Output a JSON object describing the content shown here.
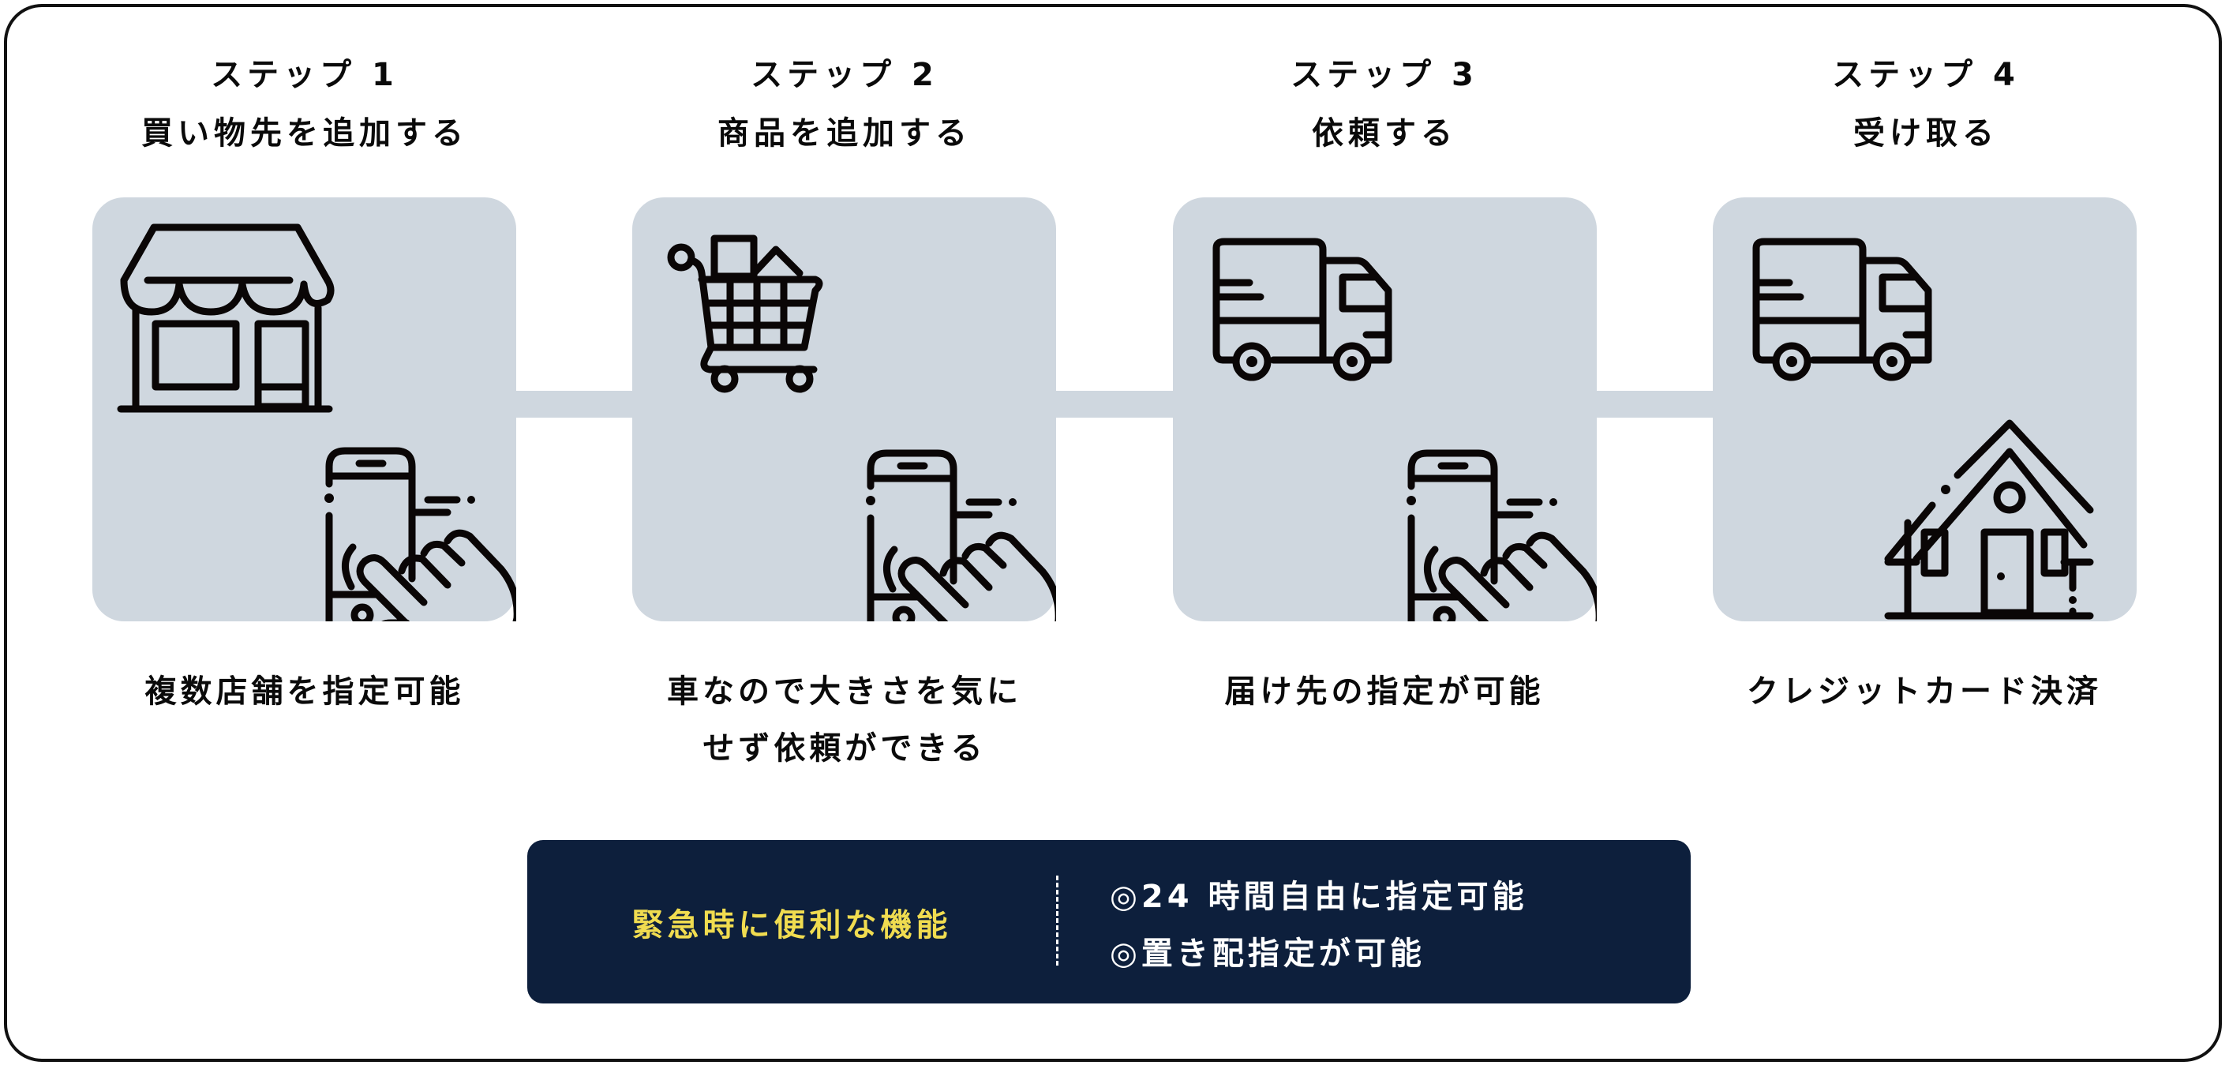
{
  "steps": [
    {
      "label": "ステップ 1",
      "title": "買い物先を追加する",
      "description": [
        "複数店舗を指定可能"
      ],
      "icons": [
        "storefront-icon",
        "phone-tap-icon"
      ]
    },
    {
      "label": "ステップ 2",
      "title": "商品を追加する",
      "description": [
        "車なので大きさを気に",
        "せず依頼ができる"
      ],
      "icons": [
        "shopping-cart-icon",
        "phone-tap-icon"
      ]
    },
    {
      "label": "ステップ 3",
      "title": "依頼する",
      "description": [
        "届け先の指定が可能"
      ],
      "icons": [
        "delivery-truck-icon",
        "phone-tap-icon"
      ]
    },
    {
      "label": "ステップ 4",
      "title": "受け取る",
      "description": [
        "クレジットカード決済"
      ],
      "icons": [
        "delivery-truck-icon",
        "house-icon"
      ]
    }
  ],
  "features_panel": {
    "title": "緊急時に便利な機能",
    "items": [
      "◎24 時間自由に指定可能",
      "◎置き配指定が可能"
    ]
  },
  "colors": {
    "card_bg": "#cfd7df",
    "panel_bg": "#0d1f3c",
    "panel_title": "#f0dc50",
    "text": "#0a0a0a"
  }
}
